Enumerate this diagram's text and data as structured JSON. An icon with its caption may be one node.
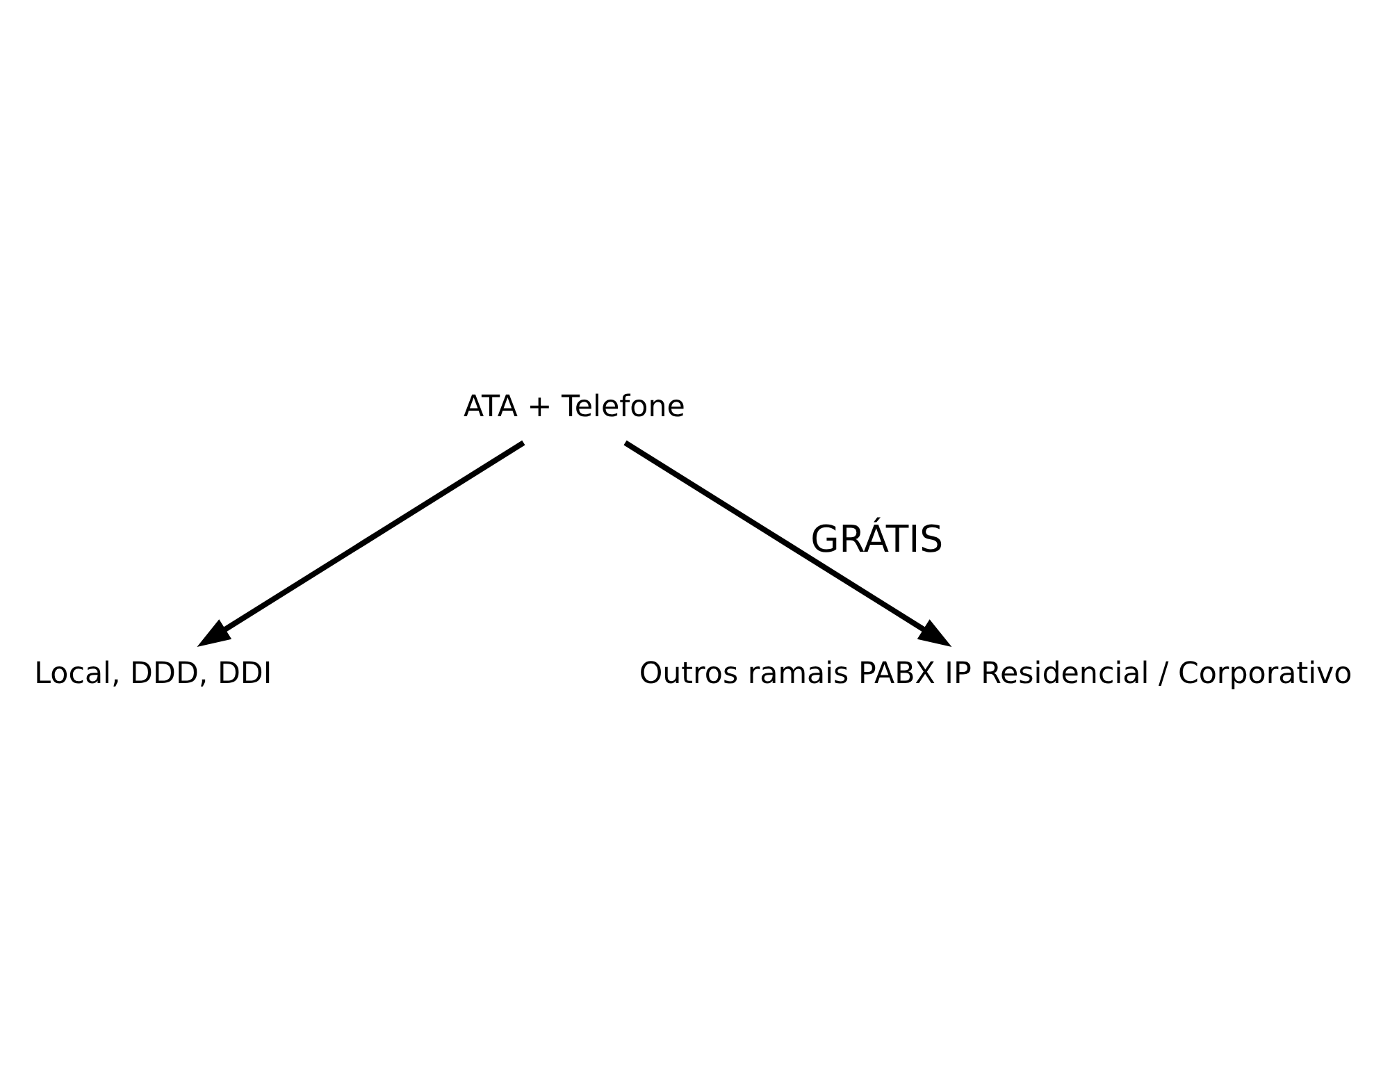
{
  "diagram": {
    "nodes": [
      {
        "text": [
          "ATA + Telefone"
        ]
      },
      {
        "text": [
          "Local, DDD, DDI"
        ]
      },
      {
        "text": [
          "Outros ramais PABX IP Residencial / Corporativo"
        ]
      }
    ],
    "edges": [
      {
        "from": 0,
        "to": 1,
        "arrow": "to"
      },
      {
        "from": 0,
        "to": 2,
        "arrow": "to",
        "label": "GRÁTIS"
      }
    ]
  }
}
